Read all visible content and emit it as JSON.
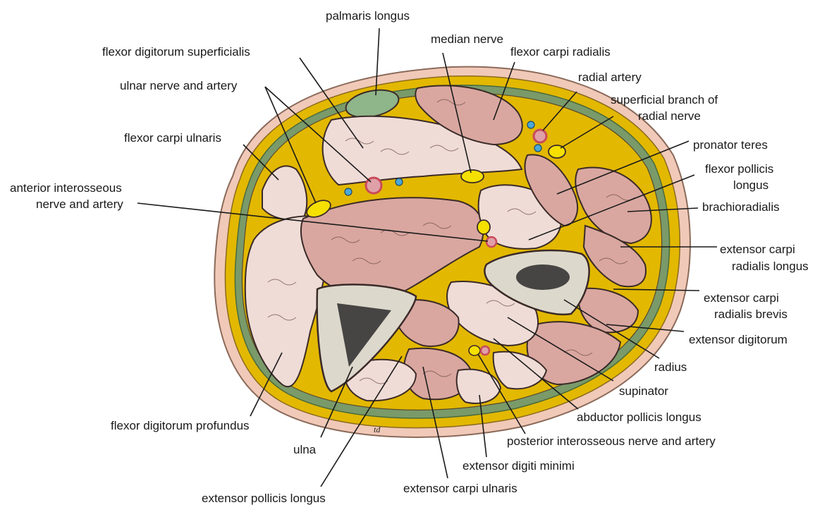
{
  "labels": {
    "palmaris_longus": "palmaris longus",
    "median_nerve": "median nerve",
    "flexor_digitorum_superficialis": "flexor digitorum superficialis",
    "flexor_carpi_radialis": "flexor carpi radialis",
    "radial_artery": "radial artery",
    "ulnar_nerve_and_artery": "ulnar nerve and artery",
    "superficial_branch_line1": "superficial branch of",
    "superficial_branch_line2": "radial nerve",
    "flexor_carpi_ulnaris": "flexor carpi ulnaris",
    "pronator_teres": "pronator teres",
    "flexor_pollicis_longus_line1": "flexor pollicis",
    "flexor_pollicis_longus_line2": "longus",
    "anterior_interosseous_line1": "anterior interosseous",
    "anterior_interosseous_line2": "nerve and artery",
    "brachioradialis": "brachioradialis",
    "ecrl_line1": "extensor carpi",
    "ecrl_line2": "radialis longus",
    "ecrb_line1": "extensor carpi",
    "ecrb_line2": "radialis brevis",
    "extensor_digitorum": "extensor digitorum",
    "radius": "radius",
    "supinator": "supinator",
    "abductor_pollicis_longus": "abductor pollicis longus",
    "flexor_digitorum_profundus": "flexor digitorum profundus",
    "posterior_interosseous": "posterior interosseous nerve and artery",
    "ulna": "ulna",
    "extensor_digiti_minimi": "extensor digiti minimi",
    "extensor_carpi_ulnaris": "extensor carpi ulnaris",
    "extensor_pollicis_longus": "extensor pollicis longus"
  },
  "signature": "td",
  "colors": {
    "skin": "#f1c9b8",
    "fascia": "#e3b800",
    "deep_fascia": "#7a9a6a",
    "muscle": "#d9a7a0",
    "muscle_light": "#efdcd6",
    "bone": "#ddd8cc",
    "nerve": "#f5e000",
    "artery": "#c94a5a",
    "vein": "#4aa8d8",
    "palmaris": "#8fb58a"
  }
}
